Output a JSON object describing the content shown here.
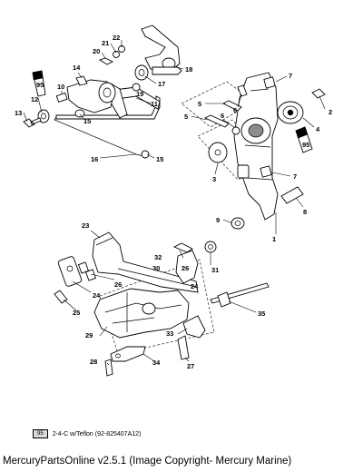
{
  "callouts": {
    "c1": "1",
    "c2": "2",
    "c3": "3",
    "c4": "4",
    "c5a": "5",
    "c5b": "5",
    "c6a": "6",
    "c6b": "6",
    "c7a": "7",
    "c7b": "7",
    "c8": "8",
    "c9": "9",
    "c10": "10",
    "c11": "11",
    "c12": "12",
    "c13": "13",
    "c14": "14",
    "c15a": "15",
    "c15b": "15",
    "c16": "16",
    "c17": "17",
    "c18": "18",
    "c19": "19",
    "c20": "20",
    "c21": "21",
    "c22": "22",
    "c23": "23",
    "c24a": "24",
    "c24b": "24",
    "c25": "25",
    "c26a": "26",
    "c26b": "26",
    "c27": "27",
    "c28": "28",
    "c29": "29",
    "c30": "30",
    "c31": "31",
    "c32": "32",
    "c33": "33",
    "c34": "34",
    "c35": "35"
  },
  "tube_labels": {
    "upper_tube": "95",
    "left_tube": "95"
  },
  "legend": {
    "badge": "95",
    "text": "2-4-C w/Teflon (92-825407A12)"
  },
  "footer": "MercuryPartsOnline v2.5.1 (Image Copyright- Mercury Marine)"
}
